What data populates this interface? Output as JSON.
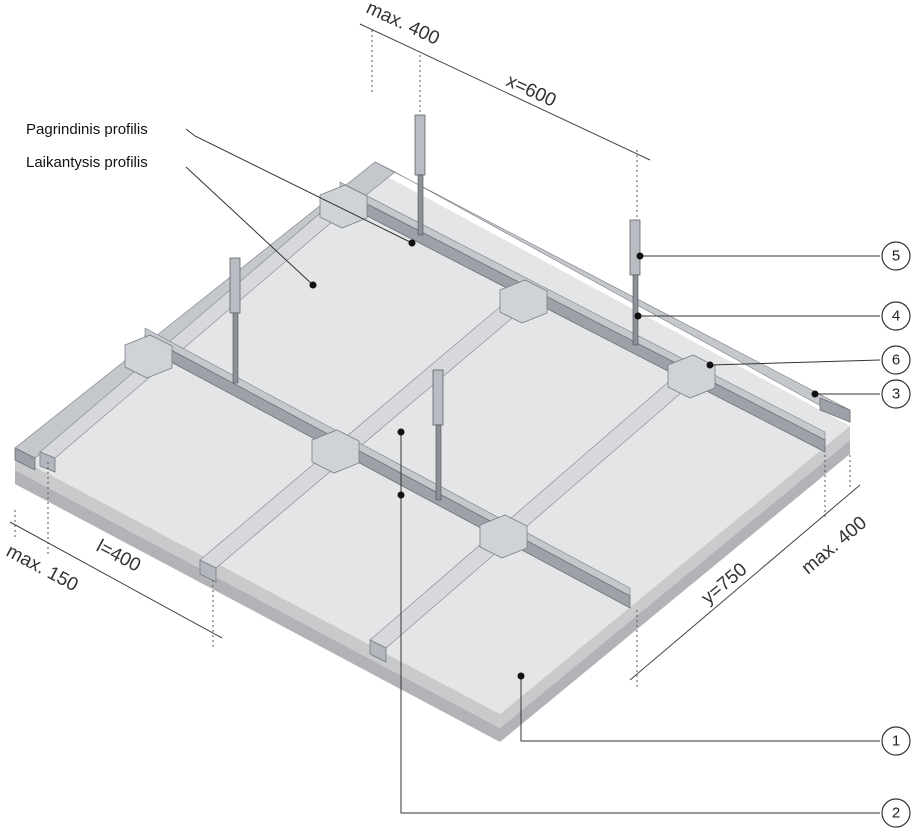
{
  "labels": {
    "main_profile": "Pagrindinis profilis",
    "carrying_profile": "Laikantysis profilis"
  },
  "dimensions": {
    "max_400_top": "max. 400",
    "x_spacing": "x=600",
    "l_spacing": "l=400",
    "max_150": "max. 150",
    "y_spacing": "y=750",
    "max_400_right": "max. 400"
  },
  "callouts": [
    "5",
    "4",
    "6",
    "3",
    "1",
    "2"
  ],
  "colors": {
    "board": "#e4e5e7",
    "profile": "#9ea2a8",
    "connector": "#cfd3d8",
    "line": "#333333"
  }
}
